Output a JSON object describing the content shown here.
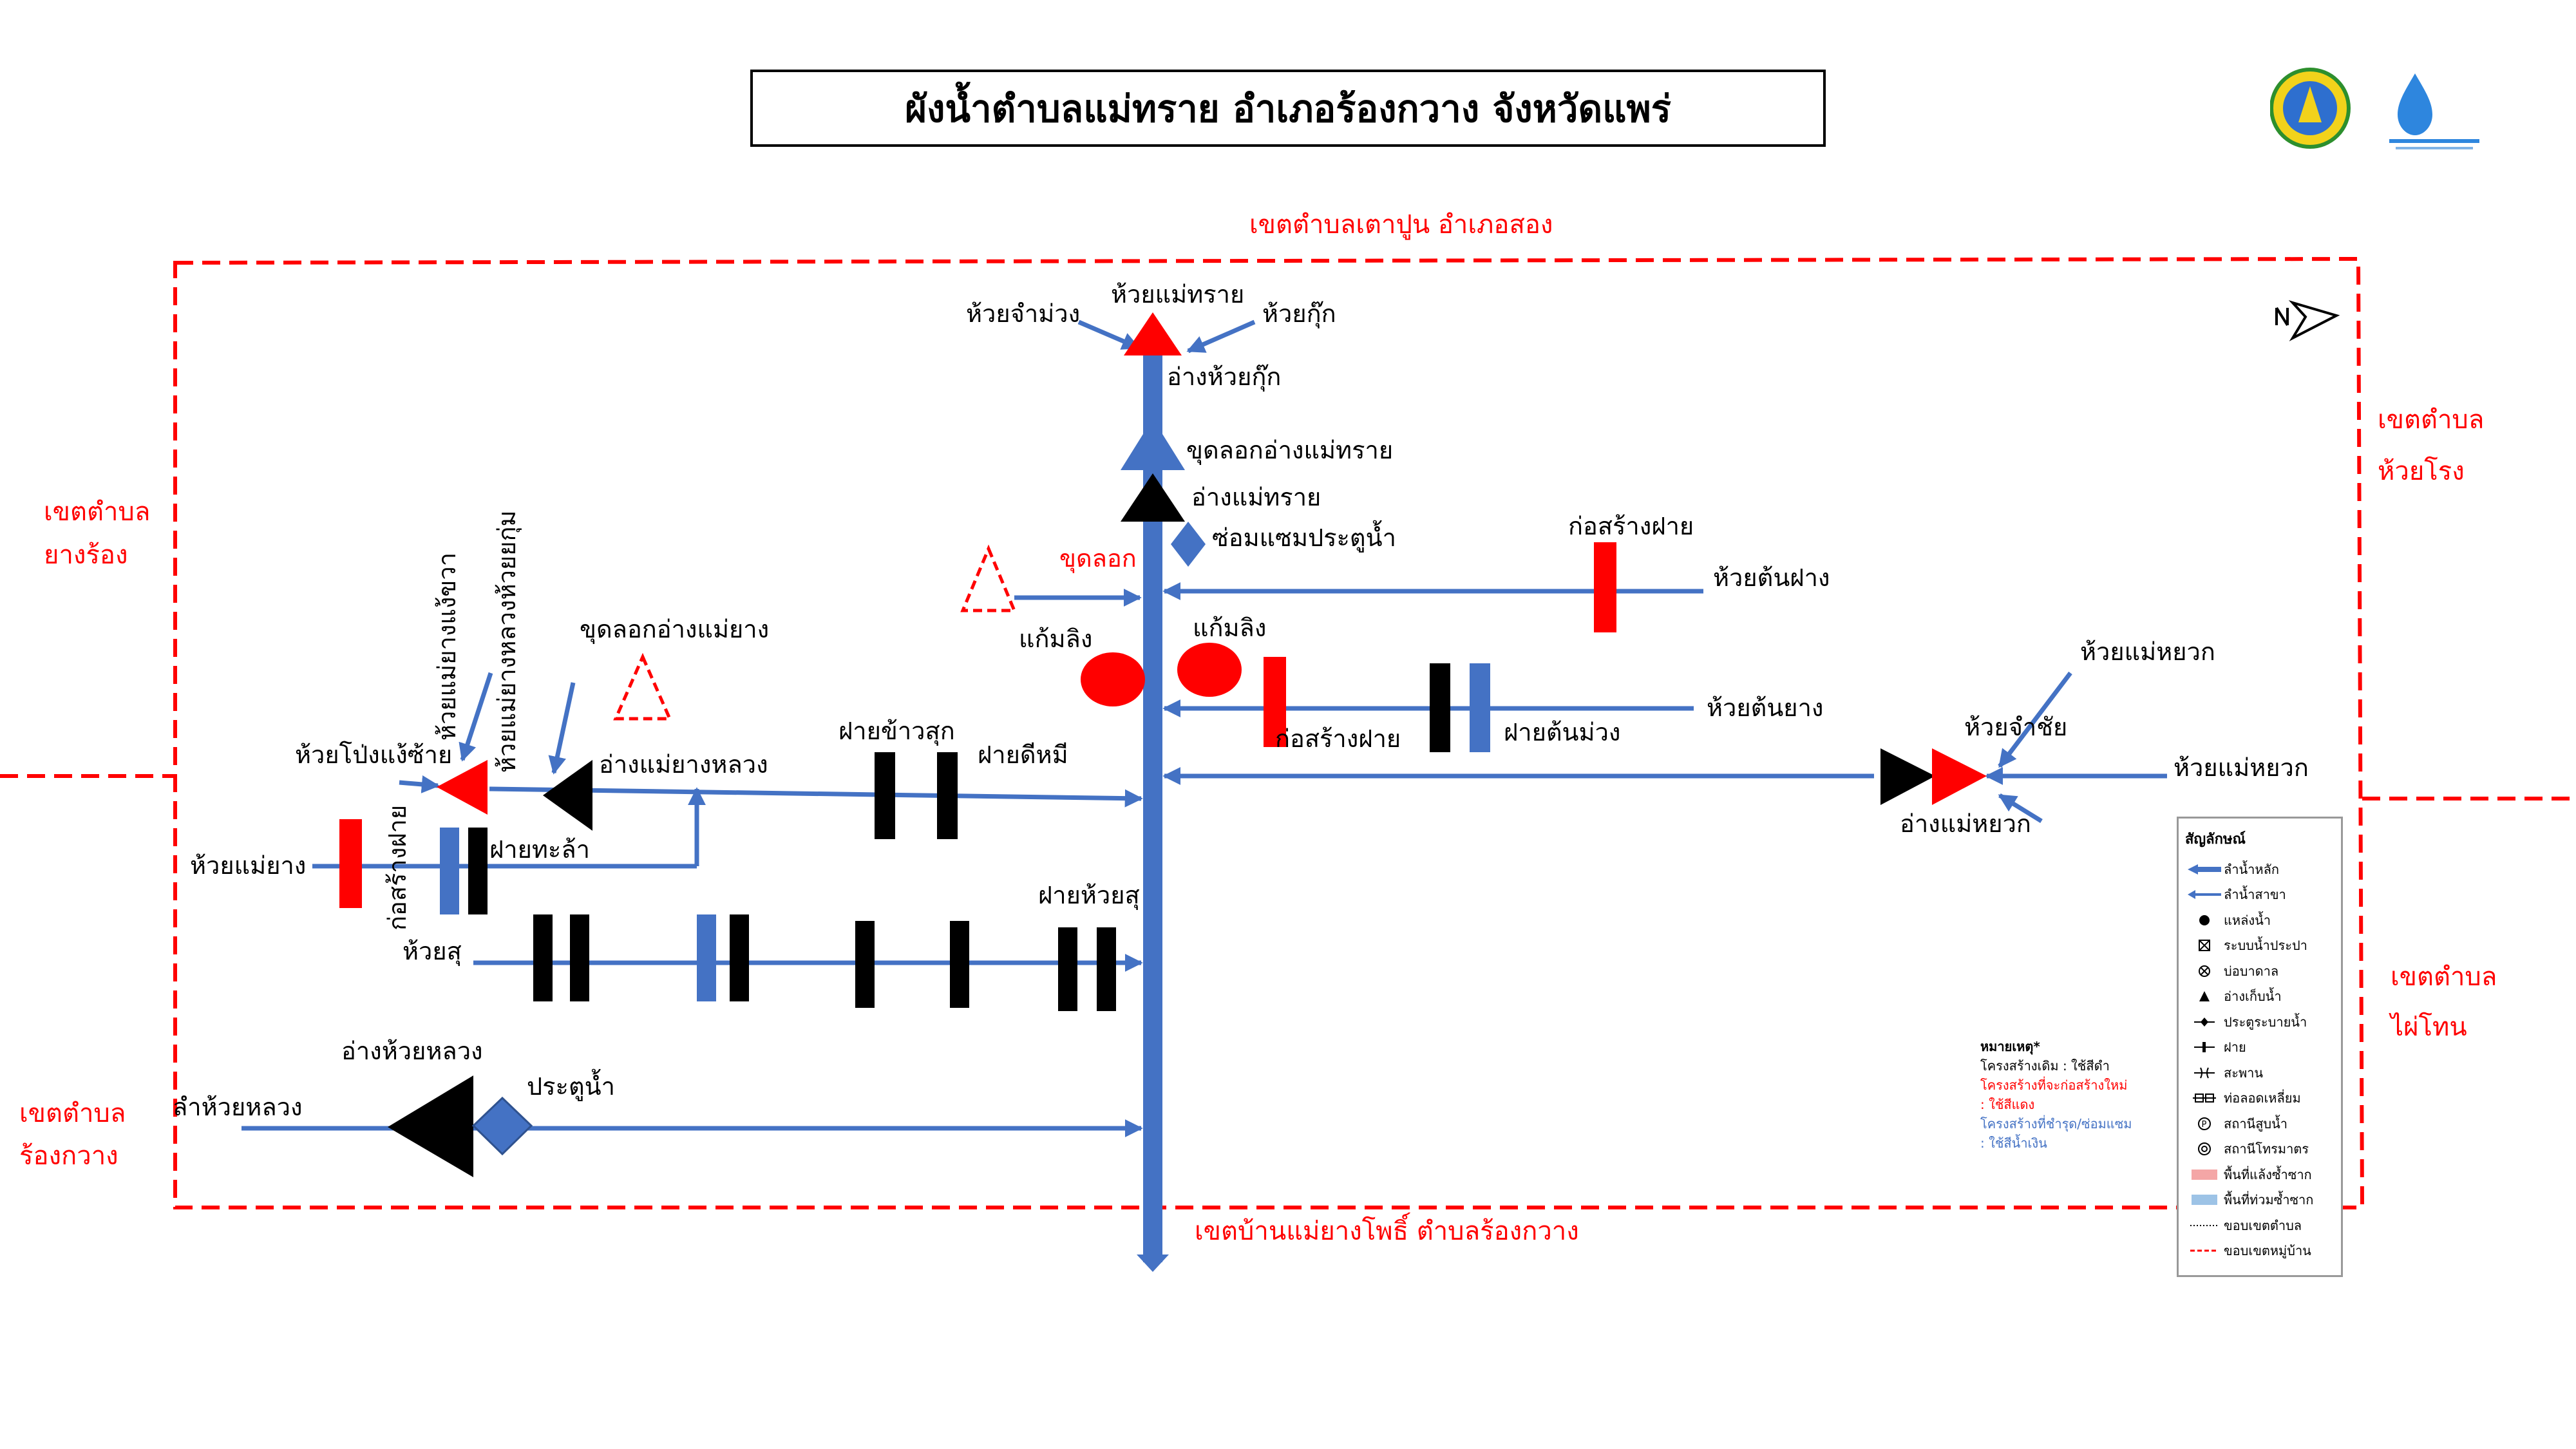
{
  "title": "ผังน้ำตำบลแม่ทราย อำเภอร้องกวาง จังหวัดแพร่",
  "boundaries": {
    "top": "เขตตำบลเตาปูน อำเภอสอง",
    "bottom": "เขตบ้านแม่ยางโพธิ์ ตำบลร้องกวาง",
    "left_upper_1": "เขตตำบล",
    "left_upper_2": "ยางร้อง",
    "left_lower_1": "เขตตำบล",
    "left_lower_2": "ร้องกวาง",
    "right_upper_1": "เขตตำบล",
    "right_upper_2": "ห้วยโรง",
    "right_lower_1": "เขตตำบล",
    "right_lower_2": "ไผ่โทน"
  },
  "labels": {
    "huai_chammuang": "ห้วยจำม่วง",
    "huai_mae_sai": "ห้วยแม่ทราย",
    "huai_kuk": "ห้วยกุ๊ก",
    "ang_huai_kuk": "อ่างห้วยกุ๊ก",
    "khut_lok_ang_mae_sai": "ขุดลอกอ่างแม่ทราย",
    "ang_mae_sai": "อ่างแม่ทราย",
    "som_saem_pratu": "ซ่อมแซมประตูน้ำ",
    "kor_sang_fai_1": "ก่อสร้างฝาย",
    "huai_ton_fang": "ห้วยต้นฝาง",
    "khut_lok": "ขุดลอก",
    "kaem_ling_1": "แก้มลิง",
    "kaem_ling_2": "แก้มลิง",
    "huai_ton_yang": "ห้วยต้นยาง",
    "kor_sang_fai_2": "ก่อสร้างฝาย",
    "fai_ton_muang": "ฝายต้นม่วง",
    "huai_mae_yuak_1": "ห้วยแม่หยวก",
    "huai_cham_chai": "ห้วยจำชัย",
    "huai_mae_yuak_2": "ห้วยแม่หยวก",
    "ang_mae_yuak": "อ่างแม่หยวก",
    "fai_khao_suk": "ฝายข้าวสุก",
    "fai_di_mi": "ฝายดีหมี",
    "khut_lok_ang_mae_yang": "ขุดลอกอ่างแม่ยาง",
    "ang_mae_yang_luang": "อ่างแม่ยางหลวง",
    "huai_mae_yang_ngae_khwa": "ห้วยแม่ยางแง้ขวา",
    "huai_mae_yang_luang_huai_yakum": "ห้วยแม่ยางหลวงห้วยยกุ่ม",
    "huai_pong_ngae_sai": "ห้วยโป่งแง้ซ้าย",
    "huai_mae_yang": "ห้วยแม่ยาง",
    "kor_sang_fai_3": "ก่อสร้างฝาย",
    "fai_tha_la": "ฝายทะล้า",
    "fai_huai_su": "ฝายห้วยสุ",
    "huai_su": "ห้วยสุ",
    "ang_huai_luang": "อ่างห้วยหลวง",
    "pratu_nam": "ประตูน้ำ",
    "lam_huai_luang": "ลำห้วยหลวง"
  },
  "legend": {
    "title": "สัญลักษณ์",
    "items": [
      {
        "icon": "main-stream-arrow-icon",
        "label": "ลำน้ำหลัก"
      },
      {
        "icon": "branch-stream-arrow-icon",
        "label": "ลำน้ำสาขา"
      },
      {
        "icon": "water-source-dot-icon",
        "label": "แหล่งน้ำ"
      },
      {
        "icon": "water-supply-box-icon",
        "label": "ระบบน้ำประปา"
      },
      {
        "icon": "well-circle-x-icon",
        "label": "บ่อบาดาล"
      },
      {
        "icon": "reservoir-triangle-icon",
        "label": "อ่างเก็บน้ำ"
      },
      {
        "icon": "sluice-gate-icon",
        "label": "ประตูระบายน้ำ"
      },
      {
        "icon": "weir-icon",
        "label": "ฝาย"
      },
      {
        "icon": "bridge-icon",
        "label": "สะพาน"
      },
      {
        "icon": "culvert-icon",
        "label": "ท่อลอดเหลี่ยม"
      },
      {
        "icon": "pump-station-icon",
        "label": "สถานีสูบน้ำ"
      },
      {
        "icon": "telemetry-station-icon",
        "label": "สถานีโทรมาตร"
      },
      {
        "icon": "drought-area-swatch-icon",
        "label": "พื้นที่แล้งซ้ำซาก"
      },
      {
        "icon": "flood-area-swatch-icon",
        "label": "พื้นที่ท่วมซ้ำซาก"
      },
      {
        "icon": "subdistrict-boundary-dotted-icon",
        "label": "ขอบเขตตำบล"
      },
      {
        "icon": "village-boundary-dashed-icon",
        "label": "ขอบเขตหมู่บ้าน"
      }
    ]
  },
  "note": {
    "title": "หมายเหตุ*",
    "line1": "โครงสร้างเดิม : ใช้สีดำ",
    "line2": "โครงสร้างที่จะก่อสร้างใหม่",
    "line3": ": ใช้สีแดง",
    "line4": "โครงสร้างที่ชำรุด/ซ่อมแซม",
    "line5": ": ใช้สีน้ำเงิน"
  },
  "colors": {
    "river": "#4472c4",
    "new_structure": "#ff0000",
    "existing_structure": "#000000",
    "boundary": "#ff0000",
    "boundary_text": "#ff0000"
  }
}
